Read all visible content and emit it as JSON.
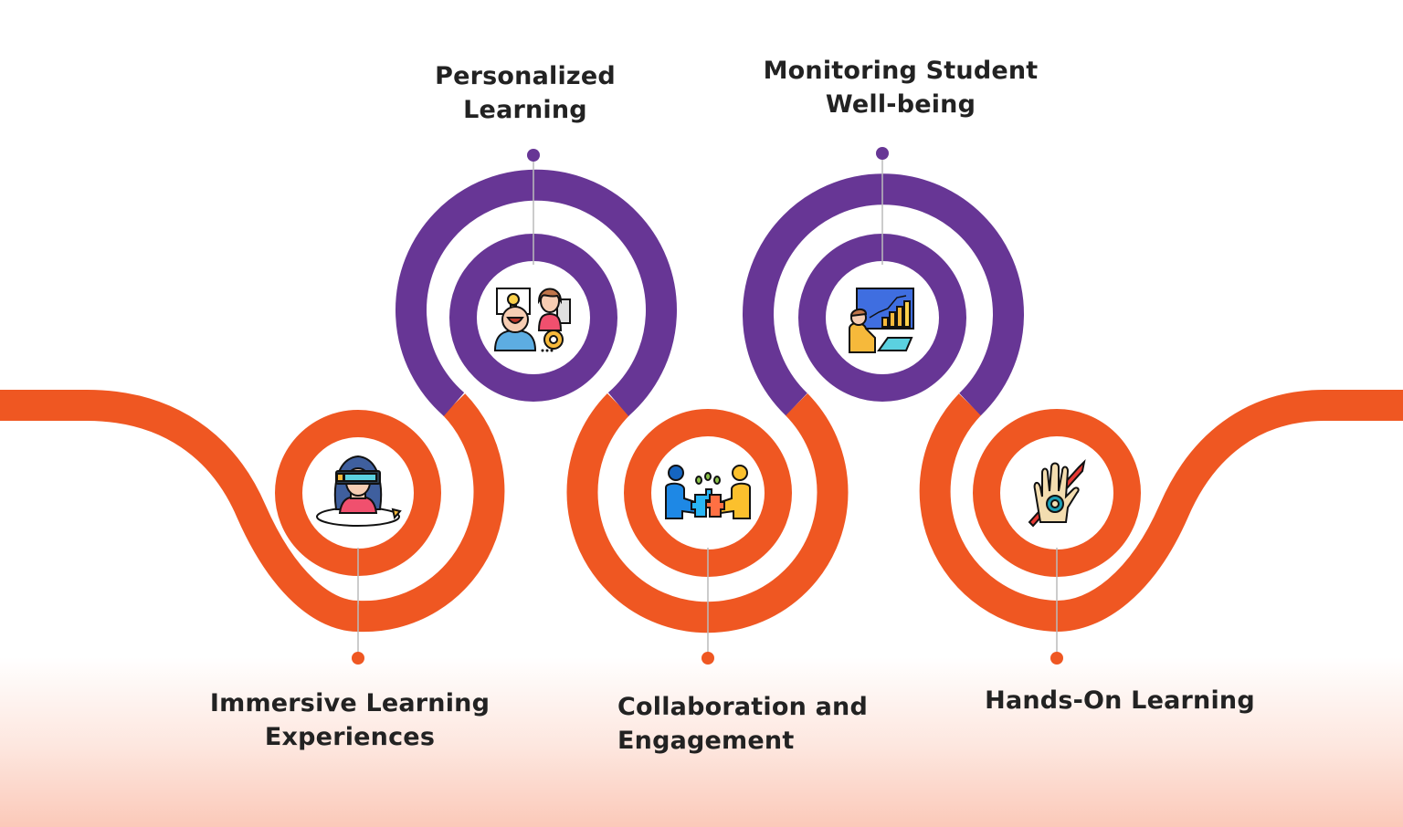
{
  "colors": {
    "orange": "#EF5722",
    "purple": "#673695",
    "connector": "#BBBBBB",
    "text": "#222222",
    "bottom_gradient": "#FBC9B9"
  },
  "steps": [
    {
      "id": "immersive",
      "line1": "Immersive Learning",
      "line2": "Experiences",
      "icon": "vr-headset-person-icon",
      "ring_color": "orange",
      "position": "bottom"
    },
    {
      "id": "personalized",
      "line1": "Personalized",
      "line2": "Learning",
      "icon": "tutor-lightbulb-icon",
      "ring_color": "purple",
      "position": "top"
    },
    {
      "id": "collaboration",
      "line1": "Collaboration and",
      "line2": "Engagement",
      "icon": "puzzle-teamwork-icon",
      "ring_color": "orange",
      "position": "bottom"
    },
    {
      "id": "monitoring",
      "line1": "Monitoring Student",
      "line2": "Well-being",
      "icon": "analytics-dashboard-icon",
      "ring_color": "purple",
      "position": "top"
    },
    {
      "id": "handson",
      "line1": "Hands-On Learning",
      "line2": "",
      "icon": "hand-gear-pencil-icon",
      "ring_color": "orange",
      "position": "bottom"
    }
  ]
}
